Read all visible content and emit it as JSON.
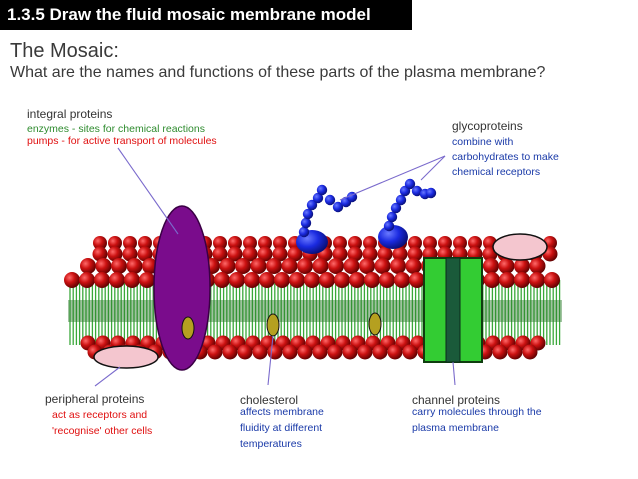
{
  "slide": {
    "title": "1.3.5 Draw the fluid mosaic membrane model",
    "heading": "The Mosaic:",
    "question": "What are the names and functions of these parts of the plasma membrane?"
  },
  "labels": {
    "integral": {
      "name": "integral proteins",
      "line1": "enzymes - sites for chemical reactions",
      "line2": "pumps - for active transport of molecules"
    },
    "glycoproteins": {
      "name": "glycoproteins",
      "line1": "combine with",
      "line2": "carbohydrates to make",
      "line3": "chemical receptors"
    },
    "peripheral": {
      "name": "peripheral proteins",
      "line1": "act as receptors and",
      "line2": "'recognise' other cells"
    },
    "cholesterol": {
      "name": "cholesterol",
      "line1": "affects membrane",
      "line2": "fluidity at different",
      "line3": "temperatures"
    },
    "channel": {
      "name": "channel proteins",
      "line1": "carry molecules through the",
      "line2": "plasma membrane"
    }
  },
  "colors": {
    "title_bar": "#000000",
    "phosphate_head": "#cc1111",
    "fatty_tail": "#3aa83a",
    "integral_protein": "#7a0c8c",
    "glycoprotein": "#1a2ae0",
    "channel_protein": "#33cc33",
    "channel_pore": "#1a5a3a",
    "cholesterol": "#b5a020",
    "peripheral_protein": "#f4c6cf"
  }
}
